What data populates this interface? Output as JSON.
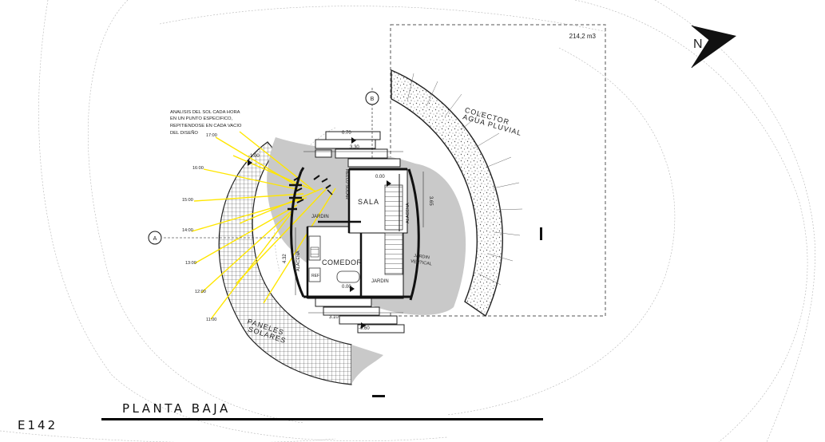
{
  "title": "PLANTA BAJA",
  "code": "E142",
  "volume": "214,2 m3",
  "collector_label": [
    "COLECTOR",
    "AGUA PLUVIAL"
  ],
  "panels_label": [
    "PANELES",
    "SOLARES"
  ],
  "sun_note": [
    "ANALISIS DEL SOL CADA  HORA",
    "EN UN PUNTO ESPECIFICO,",
    "REPITIENDOSE EN CADA VACIO",
    "DEL DISEÑO"
  ],
  "hours": [
    "17:00",
    "16:00",
    "15:00",
    "14:00",
    "13:00",
    "12:00",
    "11:00"
  ],
  "rooms": {
    "sala": "SALA",
    "comedor": "COMEDOR",
    "jardin_top": "JARDIN",
    "jardin_bottom": "JARDIN",
    "jardin_vertical": [
      "JARDIN",
      "VERTICAL"
    ],
    "reloj_solar": "RELOJ SOLAR",
    "alacena": "ALACENA",
    "ref": "REF"
  },
  "levels": {
    "lvl_070": "0.70",
    "lvl_000_a": "0.00",
    "lvl_000_b": "0.00",
    "lvl_neg100": "-1.00",
    "lvl_neg060": "-0.60"
  },
  "dims": {
    "d330": "3.30",
    "d310": "3.10",
    "d365": "3.65",
    "d432": "4.32"
  },
  "sections": {
    "a": "A",
    "b": "B"
  },
  "north": "N"
}
